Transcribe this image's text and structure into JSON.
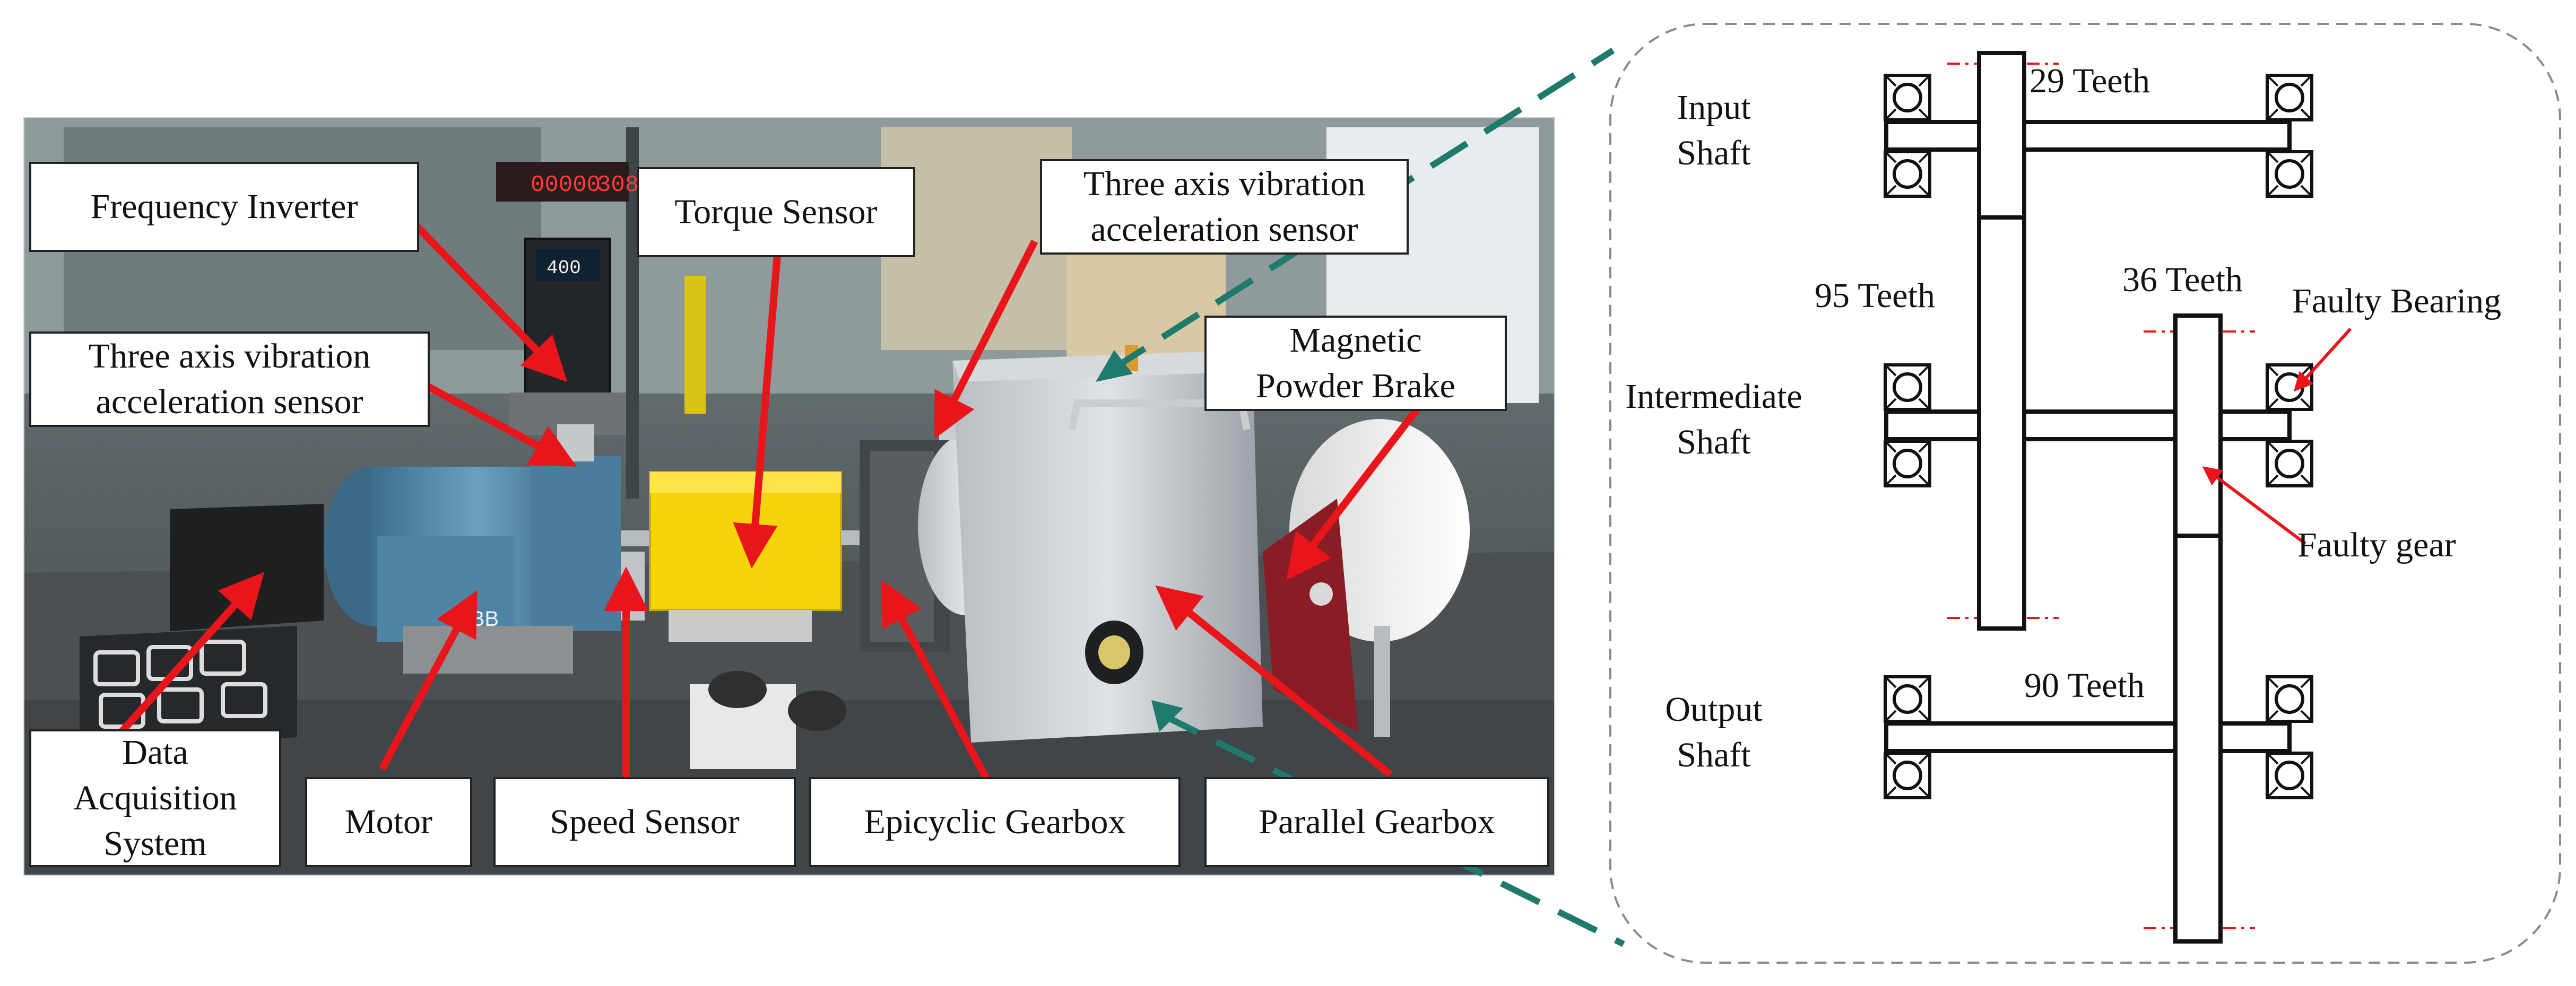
{
  "photo_labels": {
    "frequency_inverter": "Frequency Inverter",
    "torque_sensor": "Torque Sensor",
    "vibration_sensor_right": "Three axis vibration\nacceleration sensor",
    "vibration_sensor_left": "Three axis vibration\nacceleration sensor",
    "magnetic_powder_brake": "Magnetic\nPowder Brake",
    "data_acquisition_system": "Data\nAcquisition\nSystem",
    "motor": "Motor",
    "speed_sensor": "Speed Sensor",
    "epicyclic_gearbox": "Epicyclic Gearbox",
    "parallel_gearbox": "Parallel Gearbox"
  },
  "photo_readouts": {
    "inverter_display": "00000",
    "inverter_display_2": "308",
    "motor_brand": "ABB",
    "keypad_reading": "400"
  },
  "schematic": {
    "input_shaft": "Input\nShaft",
    "intermediate_shaft": "Intermediate\nShaft",
    "output_shaft": "Output\nShaft",
    "gear_29": "29 Teeth",
    "gear_95": "95 Teeth",
    "gear_36": "36 Teeth",
    "gear_90": "90 Teeth",
    "faulty_bearing": "Faulty Bearing",
    "faulty_gear": "Faulty gear"
  },
  "colors": {
    "arrow_red": "#e8161b",
    "dash_teal": "#1f7a6d",
    "frame_gray": "#8a8a8a",
    "torque_yellow": "#f5d40c",
    "motor_blue": "#4f86a6",
    "brake_maroon": "#8a1c26"
  }
}
